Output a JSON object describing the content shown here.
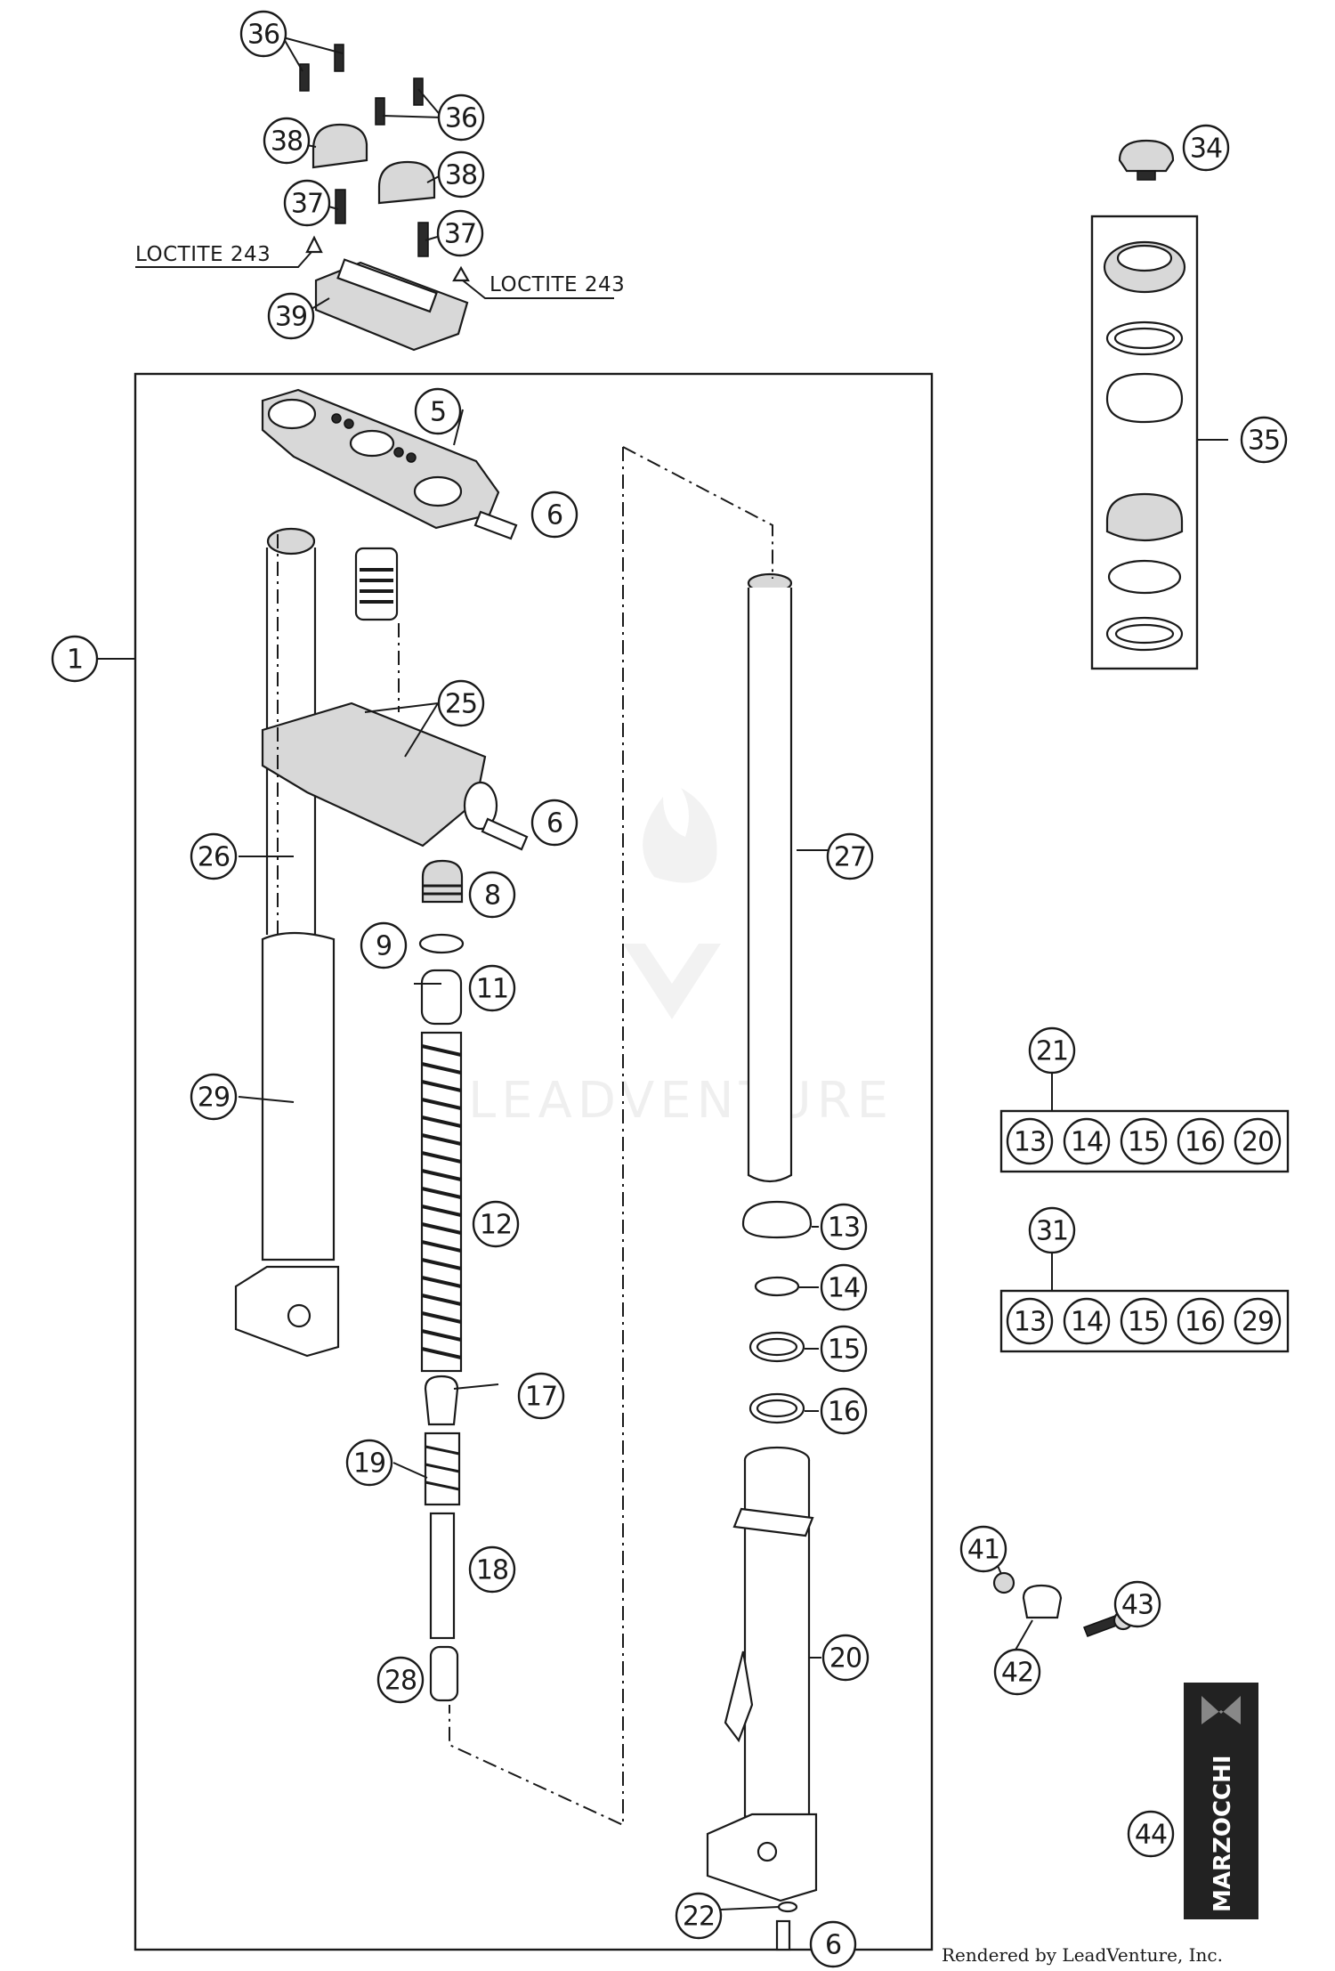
{
  "diagram": {
    "callouts": {
      "c1": "1",
      "c5": "5",
      "c6a": "6",
      "c6b": "6",
      "c6c": "6",
      "c8": "8",
      "c9": "9",
      "c11": "11",
      "c12": "12",
      "c13": "13",
      "c14": "14",
      "c15": "15",
      "c16": "16",
      "c17": "17",
      "c18": "18",
      "c19": "19",
      "c20": "20",
      "c21": "21",
      "c22": "22",
      "c25": "25",
      "c26": "26",
      "c27": "27",
      "c28": "28",
      "c29": "29",
      "c31": "31",
      "c34": "34",
      "c35": "35",
      "c36a": "36",
      "c36b": "36",
      "c37a": "37",
      "c37b": "37",
      "c38a": "38",
      "c38b": "38",
      "c39": "39",
      "c41": "41",
      "c42": "42",
      "c43": "43",
      "c44": "44"
    },
    "kit_21": [
      "13",
      "14",
      "15",
      "16",
      "20"
    ],
    "kit_31": [
      "13",
      "14",
      "15",
      "16",
      "29"
    ],
    "loctite_left": "LOCTITE 243",
    "loctite_right": "LOCTITE 243",
    "watermark": "LEADVENTURE",
    "brand_logo": "MARZOCCHI",
    "credit": "Rendered by LeadVenture, Inc."
  }
}
